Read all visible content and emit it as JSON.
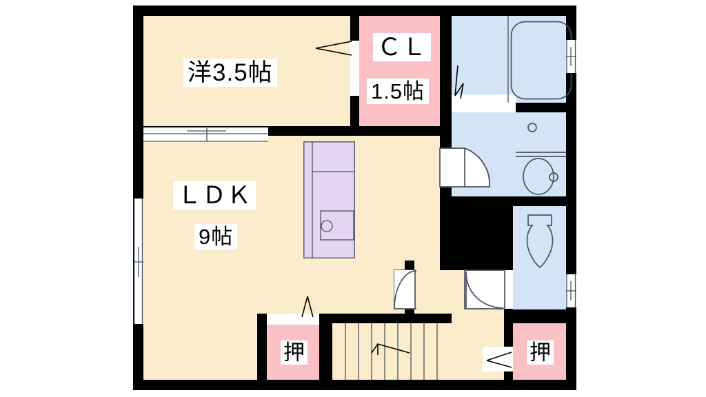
{
  "document": {
    "kind": "floor-plan",
    "title": "間取図",
    "background_color": "#ffffff",
    "wall_color": "#000000"
  },
  "palette": {
    "living_floor": "#fbeccb",
    "closet_floor": "#fac0c4",
    "water_area": "#d3e4f7",
    "kitchen_unit": "#e2d6f2",
    "fixture_line": "#4a525e",
    "wall": "#000000",
    "opening_white": "#ffffff"
  },
  "rooms": [
    {
      "id": "bedroom",
      "name_label": "洋3.5帖",
      "type": "western-style bedroom",
      "size_jo": 3.5,
      "fill": "#fbeccb"
    },
    {
      "id": "closet-cl",
      "name_label": "ＣＬ",
      "size_label": "1.5帖",
      "type": "closet",
      "size_jo": 1.5,
      "fill": "#fac0c4"
    },
    {
      "id": "ldk",
      "name_label": "ＬＤＫ",
      "size_label": "9帖",
      "type": "living-dining-kitchen",
      "size_jo": 9,
      "fill": "#fbeccb"
    },
    {
      "id": "bath",
      "name_label": "",
      "type": "bathroom / unit bath",
      "fill": "#d3e4f7"
    },
    {
      "id": "washroom",
      "name_label": "",
      "type": "washroom / vanity",
      "fill": "#d3e4f7"
    },
    {
      "id": "toilet",
      "name_label": "",
      "type": "toilet",
      "fill": "#d3e4f7"
    },
    {
      "id": "hall",
      "name_label": "",
      "type": "hallway / entry",
      "fill": "#fbeccb"
    },
    {
      "id": "stairs",
      "name_label": "",
      "type": "staircase",
      "fill": "#fbeccb"
    },
    {
      "id": "oshiire-left",
      "name_label": "押",
      "type": "japanese closet",
      "fill": "#fac0c4"
    },
    {
      "id": "oshiire-right",
      "name_label": "押",
      "type": "japanese closet",
      "fill": "#fac0c4"
    }
  ],
  "labels": {
    "bedroom": "洋3.5帖",
    "closet_name": "ＣＬ",
    "closet_size": "1.5帖",
    "ldk_name": "ＬＤＫ",
    "ldk_size": "9帖",
    "oshiire_left": "押",
    "oshiire_right": "押"
  },
  "fixtures": [
    {
      "id": "bathtub",
      "name": "bathtub",
      "room": "bath"
    },
    {
      "id": "vanity-counter",
      "name": "vanity counter",
      "room": "washroom"
    },
    {
      "id": "wash-basin",
      "name": "wash basin",
      "room": "washroom"
    },
    {
      "id": "toilet-bowl",
      "name": "toilet bowl",
      "room": "toilet"
    },
    {
      "id": "kitchen-counter",
      "name": "kitchen counter",
      "room": "ldk"
    },
    {
      "id": "kitchen-sink",
      "name": "kitchen sink",
      "room": "ldk"
    },
    {
      "id": "stair-treads",
      "name": "stair treads",
      "room": "stairs"
    }
  ],
  "openings": [
    {
      "id": "window-ldk-west",
      "name": "window",
      "type": "sliding-window",
      "wall": "west"
    },
    {
      "id": "window-bath-east",
      "name": "window",
      "type": "sliding-window",
      "wall": "east"
    },
    {
      "id": "window-toilet-east",
      "name": "window",
      "type": "sliding-window",
      "wall": "east"
    },
    {
      "id": "sliding-door-bedroom-ldk",
      "name": "sliding door",
      "type": "sliding-door"
    },
    {
      "id": "door-bedroom-closet",
      "name": "closet door",
      "type": "folding-door"
    },
    {
      "id": "door-washroom",
      "name": "door",
      "type": "swing-door"
    },
    {
      "id": "door-hall-ldk",
      "name": "door",
      "type": "swing-door"
    },
    {
      "id": "door-hall-toilet",
      "name": "door",
      "type": "swing-door"
    },
    {
      "id": "door-oshiire-left",
      "name": "closet door",
      "type": "sliding-door"
    },
    {
      "id": "door-oshiire-right",
      "name": "closet door",
      "type": "sliding-door"
    }
  ]
}
